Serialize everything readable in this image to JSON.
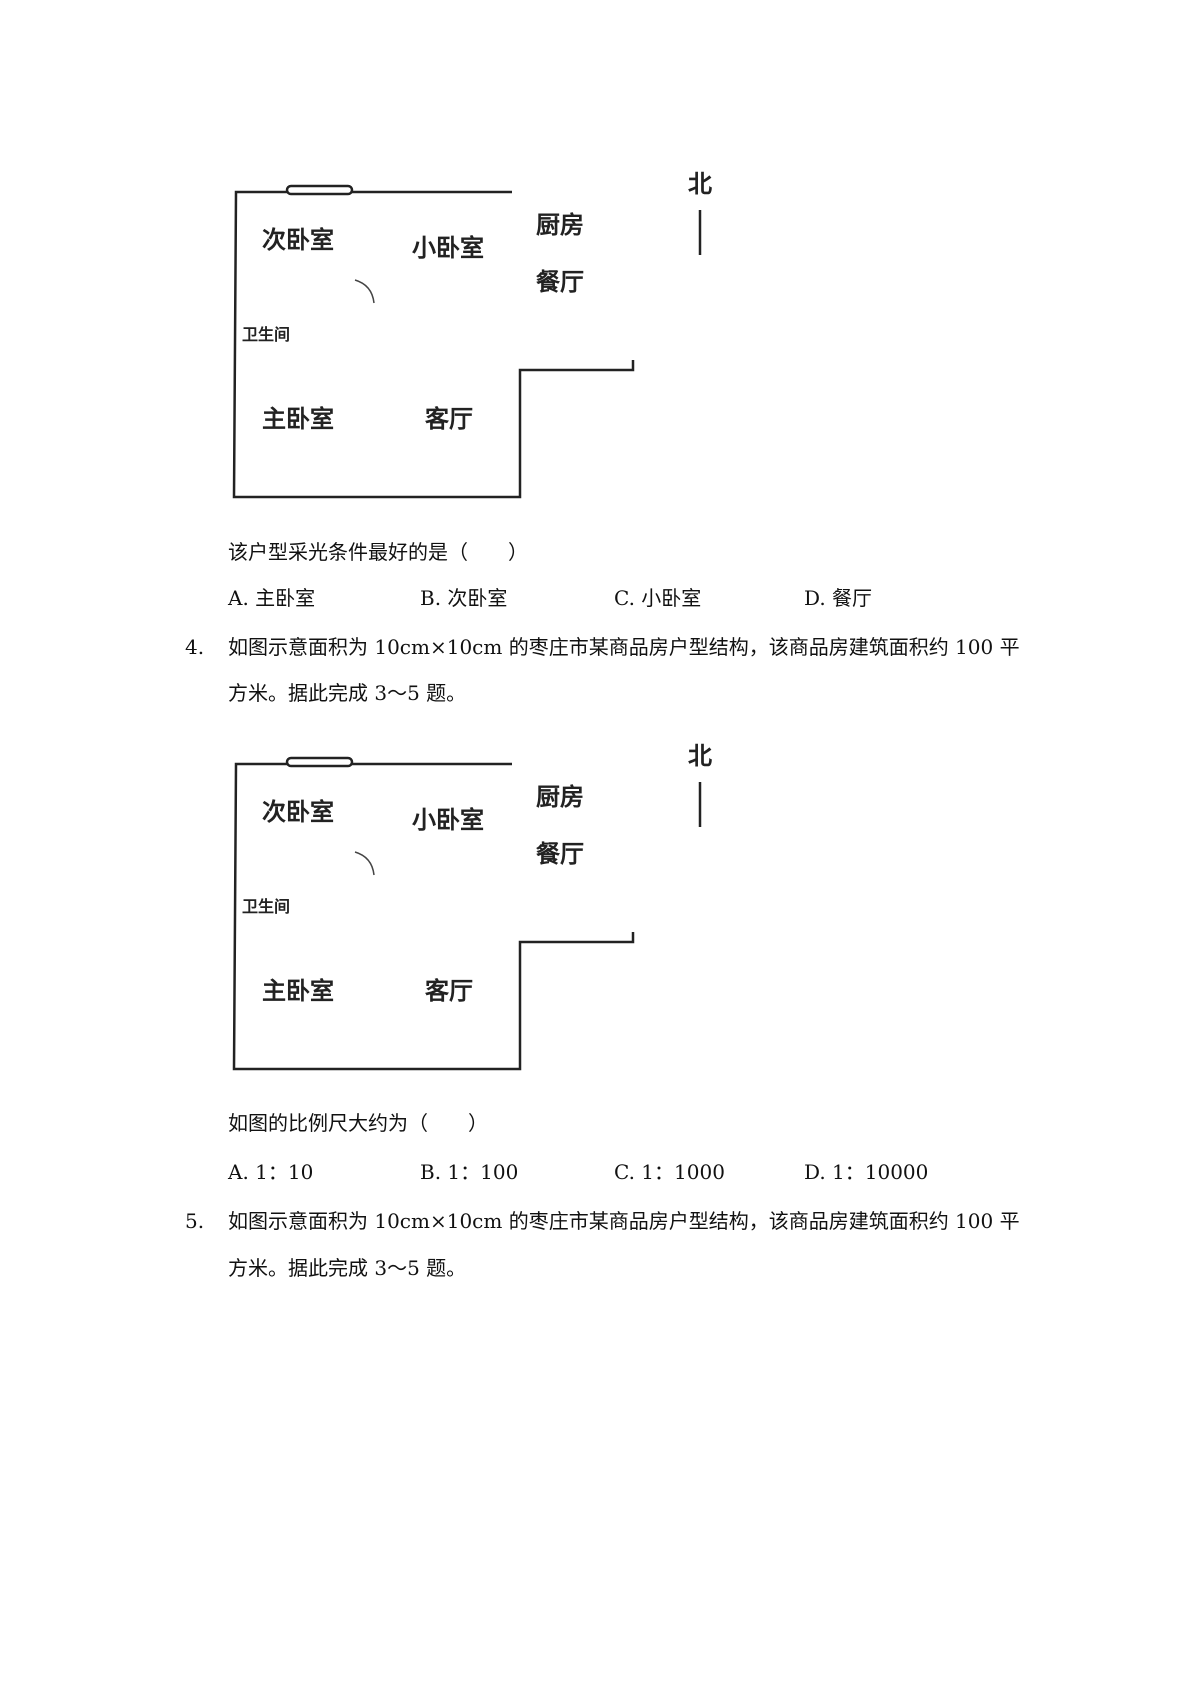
{
  "floor_plan": {
    "rooms": {
      "second_bedroom": "次卧室",
      "small_bedroom": "小卧室",
      "kitchen": "厨房",
      "dining_room": "餐厅",
      "bathroom": "卫生间",
      "master_bedroom": "主卧室",
      "living_room": "客厅"
    },
    "north_label": "北"
  },
  "q3": {
    "stem": "该户型采光条件最好的是（　　）",
    "options": [
      "A.  主卧室",
      "B.  次卧室",
      "C.  小卧室",
      "D.  餐厅"
    ]
  },
  "q4": {
    "number": "4.",
    "intro_line1": "如图示意面积为 10cm×10cm 的枣庄市某商品房户型结构，该商品房建筑面积约 100 平",
    "intro_line2": "方米。据此完成 3～5 题。",
    "stem": "如图的比例尺大约为（　　）",
    "options": [
      "A.  1：10",
      "B.  1：100",
      "C.  1：1000",
      "D.  1：10000"
    ]
  },
  "q5": {
    "number": "5.",
    "intro_line1": "如图示意面积为 10cm×10cm 的枣庄市某商品房户型结构，该商品房建筑面积约 100 平",
    "intro_line2": "方米。据此完成 3～5 题。"
  }
}
